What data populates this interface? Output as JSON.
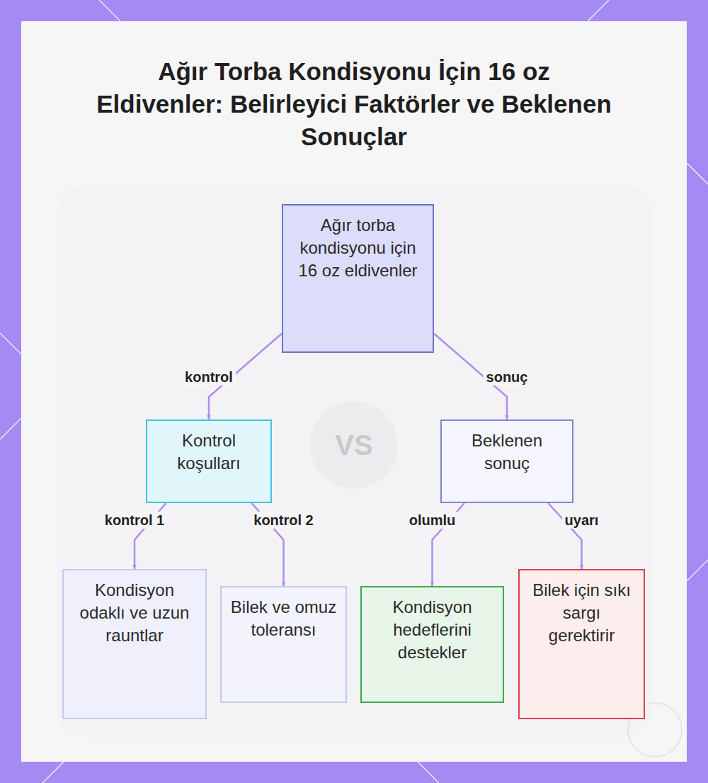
{
  "diagram": {
    "title": "Ağır Torba Kondisyonu İçin 16 oz Eldivenler: Belirleyici Faktörler ve Beklenen Sonuçlar",
    "nodes": [
      {
        "text": [
          "Ağır torba kondisyonu için 16 oz eldivenler"
        ]
      },
      {
        "text": [
          "Kontrol koşulları"
        ]
      },
      {
        "text": [
          "Beklenen sonuç"
        ]
      },
      {
        "text": [
          "Kondisyon odaklı ve uzun rauntlar"
        ]
      },
      {
        "text": [
          "Bilek ve omuz toleransı"
        ]
      },
      {
        "text": [
          "Kondisyon hedeflerini destekler"
        ]
      },
      {
        "text": [
          "Bilek için sıkı sargı gerektirir"
        ]
      }
    ],
    "edges": [
      {
        "from": 0,
        "to": 1,
        "label": "kontrol",
        "arrow": "to"
      },
      {
        "from": 0,
        "to": 2,
        "label": "sonuç",
        "arrow": "to"
      },
      {
        "from": 1,
        "to": 3,
        "label": "kontrol 1",
        "arrow": "to"
      },
      {
        "from": 1,
        "to": 4,
        "label": "kontrol 2",
        "arrow": "to"
      },
      {
        "from": 2,
        "to": 5,
        "label": "olumlu",
        "arrow": "to"
      },
      {
        "from": 2,
        "to": 6,
        "label": "uyarı",
        "arrow": "to"
      }
    ],
    "labels": [
      "VS"
    ]
  }
}
